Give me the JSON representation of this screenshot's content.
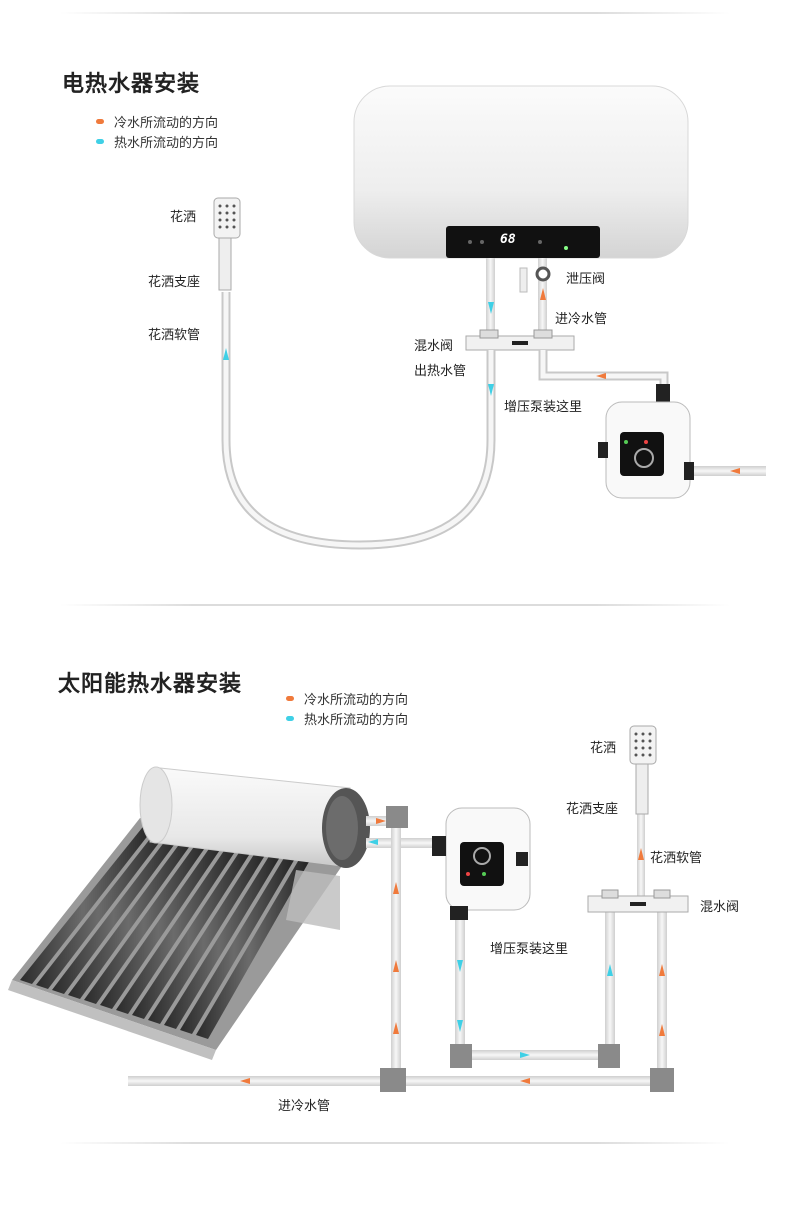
{
  "colors": {
    "cold_arrow": "#f07a3c",
    "hot_arrow": "#3fd0e6",
    "pipe": "#d6d6d6",
    "fitting": "#8a8a8a"
  },
  "section1": {
    "title": "电热水器安装",
    "legend_cold": "冷水所流动的方向",
    "legend_hot": "热水所流动的方向",
    "display_value": "68",
    "labels": {
      "shower_head": "花洒",
      "shower_holder": "花洒支座",
      "shower_hose": "花洒软管",
      "relief_valve": "泄压阀",
      "cold_inlet": "进冷水管",
      "mixing_valve": "混水阀",
      "hot_outlet": "出热水管",
      "pump_here": "增压泵装这里"
    }
  },
  "section2": {
    "title": "太阳能热水器安装",
    "legend_cold": "冷水所流动的方向",
    "legend_hot": "热水所流动的方向",
    "labels": {
      "shower_head": "花洒",
      "shower_holder": "花洒支座",
      "shower_hose": "花洒软管",
      "mixing_valve": "混水阀",
      "pump_here": "增压泵装这里",
      "cold_inlet": "进冷水管"
    }
  }
}
